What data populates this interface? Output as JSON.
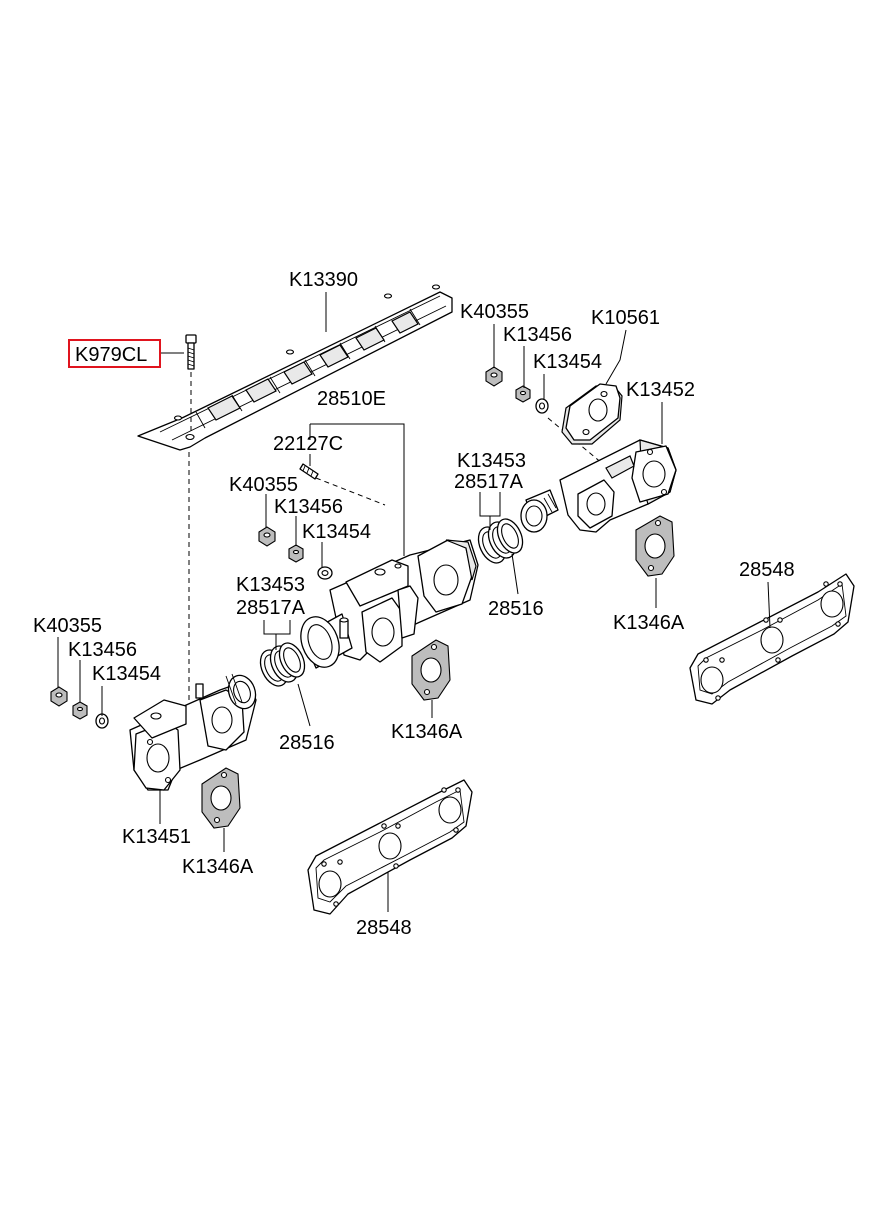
{
  "accent_color": "#e0141e",
  "highlighted_part": "K979CL",
  "labels": {
    "k13390": "K13390",
    "k979cl": "K979CL",
    "k40355_top": "K40355",
    "k13456_top": "K13456",
    "k10561": "K10561",
    "k13454_top": "K13454",
    "k13452": "K13452",
    "p28510e": "28510E",
    "p22127c": "22127C",
    "k13453_right": "K13453",
    "p28517a_right": "28517A",
    "k40355_mid": "K40355",
    "k13456_mid": "K13456",
    "k13454_mid": "K13454",
    "p28516_right": "28516",
    "k1346a_right": "K1346A",
    "p28548_right": "28548",
    "k13453_left": "K13453",
    "p28517a_left": "28517A",
    "k40355_left": "K40355",
    "k13456_left": "K13456",
    "k13454_left": "K13454",
    "p28516_left": "28516",
    "k1346a_mid": "K1346A",
    "k13451": "K13451",
    "k1346a_left": "K1346A",
    "p28548_bottom": "28548"
  }
}
